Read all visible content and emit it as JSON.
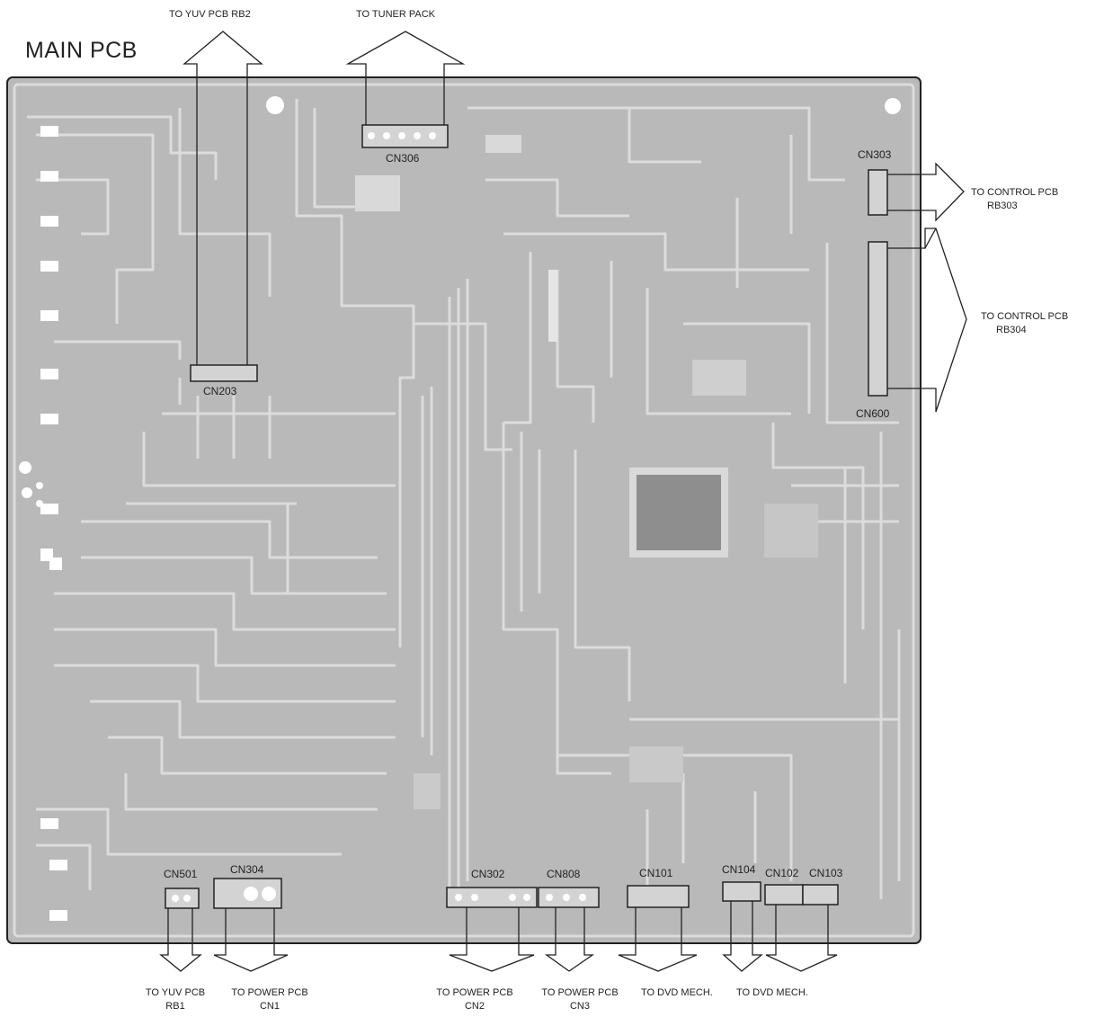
{
  "title": "MAIN PCB",
  "connectors": {
    "cn306": "CN306",
    "cn203": "CN203",
    "cn303": "CN303",
    "cn600": "CN600",
    "cn501": "CN501",
    "cn304": "CN304",
    "cn302": "CN302",
    "cn808": "CN808",
    "cn101": "CN101",
    "cn104": "CN104",
    "cn102": "CN102",
    "cn103": "CN103"
  },
  "destinations": {
    "yuv_rb2": "TO  YUV PCB RB2",
    "tuner": "TO TUNER PACK",
    "control_rb303_1": "TO CONTROL PCB",
    "control_rb303_2": "RB303",
    "control_rb304_1": "TO CONTROL PCB",
    "control_rb304_2": "RB304",
    "yuv_rb1_1": "TO YUV PCB",
    "yuv_rb1_2": "RB1",
    "power_cn1_1": "TO POWER PCB",
    "power_cn1_2": "CN1",
    "power_cn2_1": "TO POWER PCB",
    "power_cn2_2": "CN2",
    "power_cn3_1": "TO POWER PCB",
    "power_cn3_2": "CN3",
    "dvd_mech_1": "TO DVD MECH.",
    "dvd_mech_2": "TO DVD MECH."
  },
  "colors": {
    "board": "#b9b9b9",
    "trace": "#dcdcdc",
    "line": "#222222"
  }
}
